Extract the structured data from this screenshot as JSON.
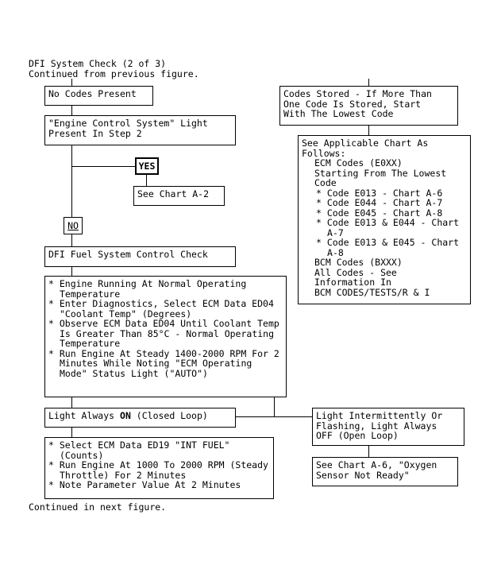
{
  "heading": {
    "title": "DFI System Check (2 of 3)",
    "subtitle": "Continued from previous figure."
  },
  "footer": "Continued in next figure.",
  "left": {
    "no_codes": "No Codes Present",
    "engine_light": [
      "\"Engine Control System\" Light",
      "Present In Step 2"
    ],
    "yes_label": "YES",
    "see_chart_a2": "See Chart A-2",
    "no_label": "NO",
    "fuel_check": "DFI Fuel System Control Check",
    "engine_steps": [
      "* Engine Running At Normal Operating Temperature",
      "* Enter Diagnostics, Select ECM Data ED04 \"Coolant Temp\" (Degrees)",
      "* Observe ECM Data ED04 Until Coolant Temp Is Greater Than 85°C - Normal Operating Temperature",
      "* Run Engine At Steady 1400-2000 RPM For 2 Minutes While Noting \"ECM Operating Mode\" Status Light (\"AUTO\")"
    ],
    "light_on": {
      "prefix": "Light Always ",
      "bold": "ON",
      "suffix": " (Closed Loop)"
    },
    "int_fuel_steps": [
      "* Select ECM Data ED19 \"INT FUEL\" (Counts)",
      "* Run Engine At 1000 To 2000 RPM (Steady Throttle) For 2 Minutes",
      "* Note Parameter Value At 2 Minutes"
    ]
  },
  "right": {
    "codes_stored": [
      "Codes Stored - If More Than",
      "One Code Is Stored, Start",
      "With The Lowest Code"
    ],
    "applicable_intro": [
      "See Applicable Chart As",
      "Follows:"
    ],
    "ecm_codes": [
      "ECM Codes (E0XX)",
      "Starting From The Lowest",
      "Code"
    ],
    "code_list": [
      "* Code E013 - Chart A-6",
      "* Code E044 - Chart A-7",
      "* Code E045 - Chart A-8",
      "* Code E013 & E044 - Chart A-7",
      "* Code E013 & E045 - Chart A-8"
    ],
    "bcm_codes": [
      "BCM Codes (BXXX)",
      "All Codes - See",
      "Information In",
      "BCM CODES/TESTS/R & I"
    ],
    "intermittent": [
      "Light Intermittently Or",
      "Flashing, Light Always",
      "OFF (Open Loop)"
    ],
    "see_chart_a6": [
      "See Chart A-6, \"Oxygen",
      "Sensor Not Ready\""
    ]
  }
}
